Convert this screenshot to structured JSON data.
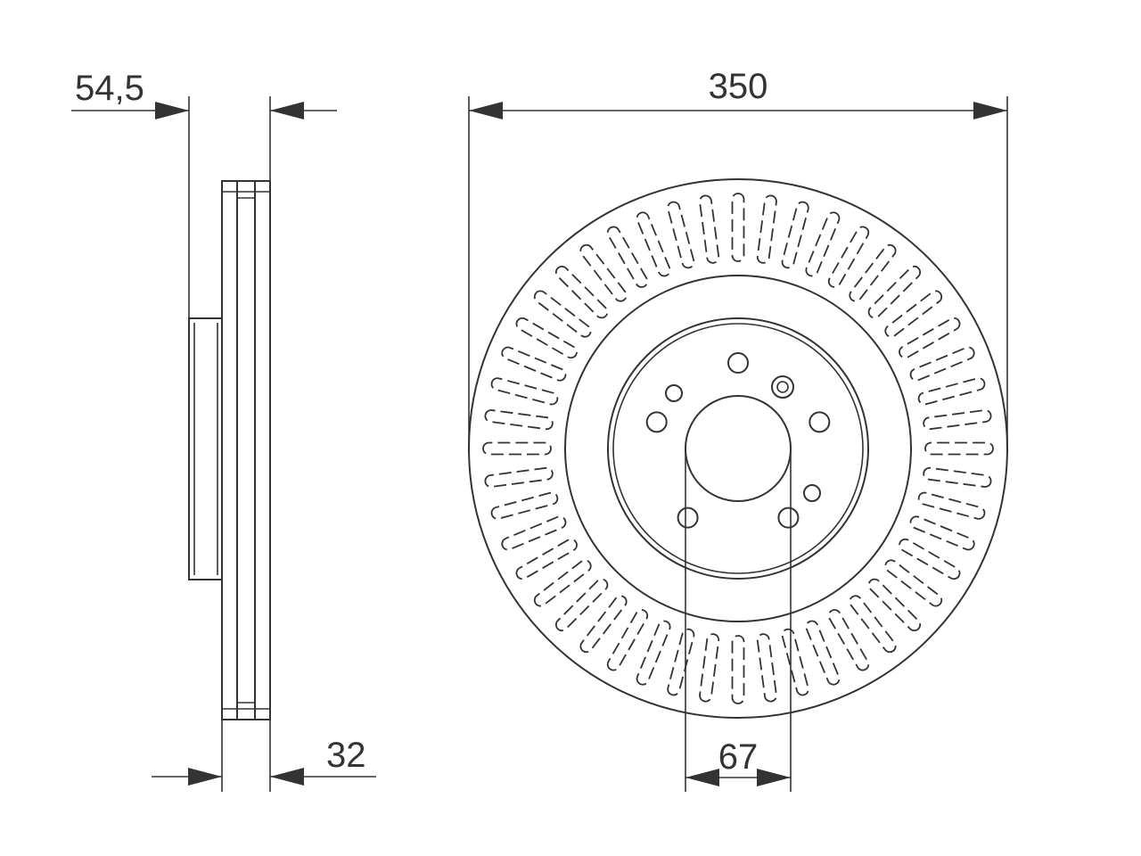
{
  "dimensions": {
    "hat_height": "54,5",
    "thickness": "32",
    "diameter": "350",
    "center_bore": "67"
  },
  "disc": {
    "vent_slot_count": 48,
    "bolt_hole_count": 5
  },
  "colors": {
    "line": "#333333",
    "background": "#ffffff"
  }
}
